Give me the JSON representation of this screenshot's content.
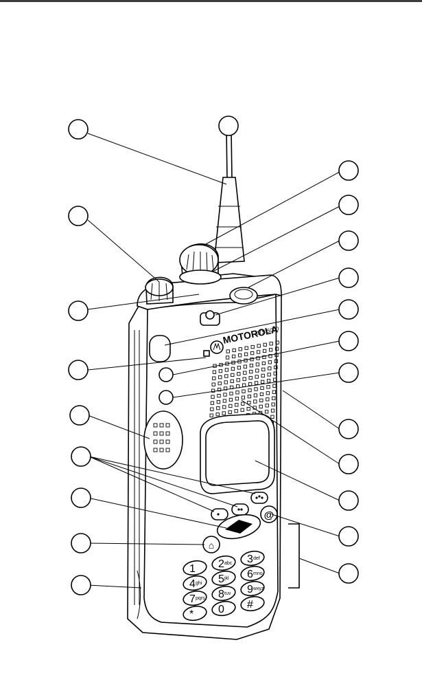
{
  "brand": {
    "logo_text": "MOTOROLA",
    "model_text": "XTS 5000"
  },
  "keypad": [
    {
      "digit": "1",
      "letters": ""
    },
    {
      "digit": "2",
      "letters": "abc"
    },
    {
      "digit": "3",
      "letters": "def"
    },
    {
      "digit": "4",
      "letters": "ghi"
    },
    {
      "digit": "5",
      "letters": "jkl"
    },
    {
      "digit": "6",
      "letters": "mno"
    },
    {
      "digit": "7",
      "letters": "pqrs"
    },
    {
      "digit": "8",
      "letters": "tuv"
    },
    {
      "digit": "9",
      "letters": "wxyz"
    },
    {
      "digit": "*",
      "letters": ""
    },
    {
      "digit": "0",
      "letters": ""
    },
    {
      "digit": "#",
      "letters": ""
    }
  ],
  "home_key_symbol": "⌂",
  "data_key_symbol": "@",
  "callouts_left_count": 9,
  "callouts_right_count": 13
}
